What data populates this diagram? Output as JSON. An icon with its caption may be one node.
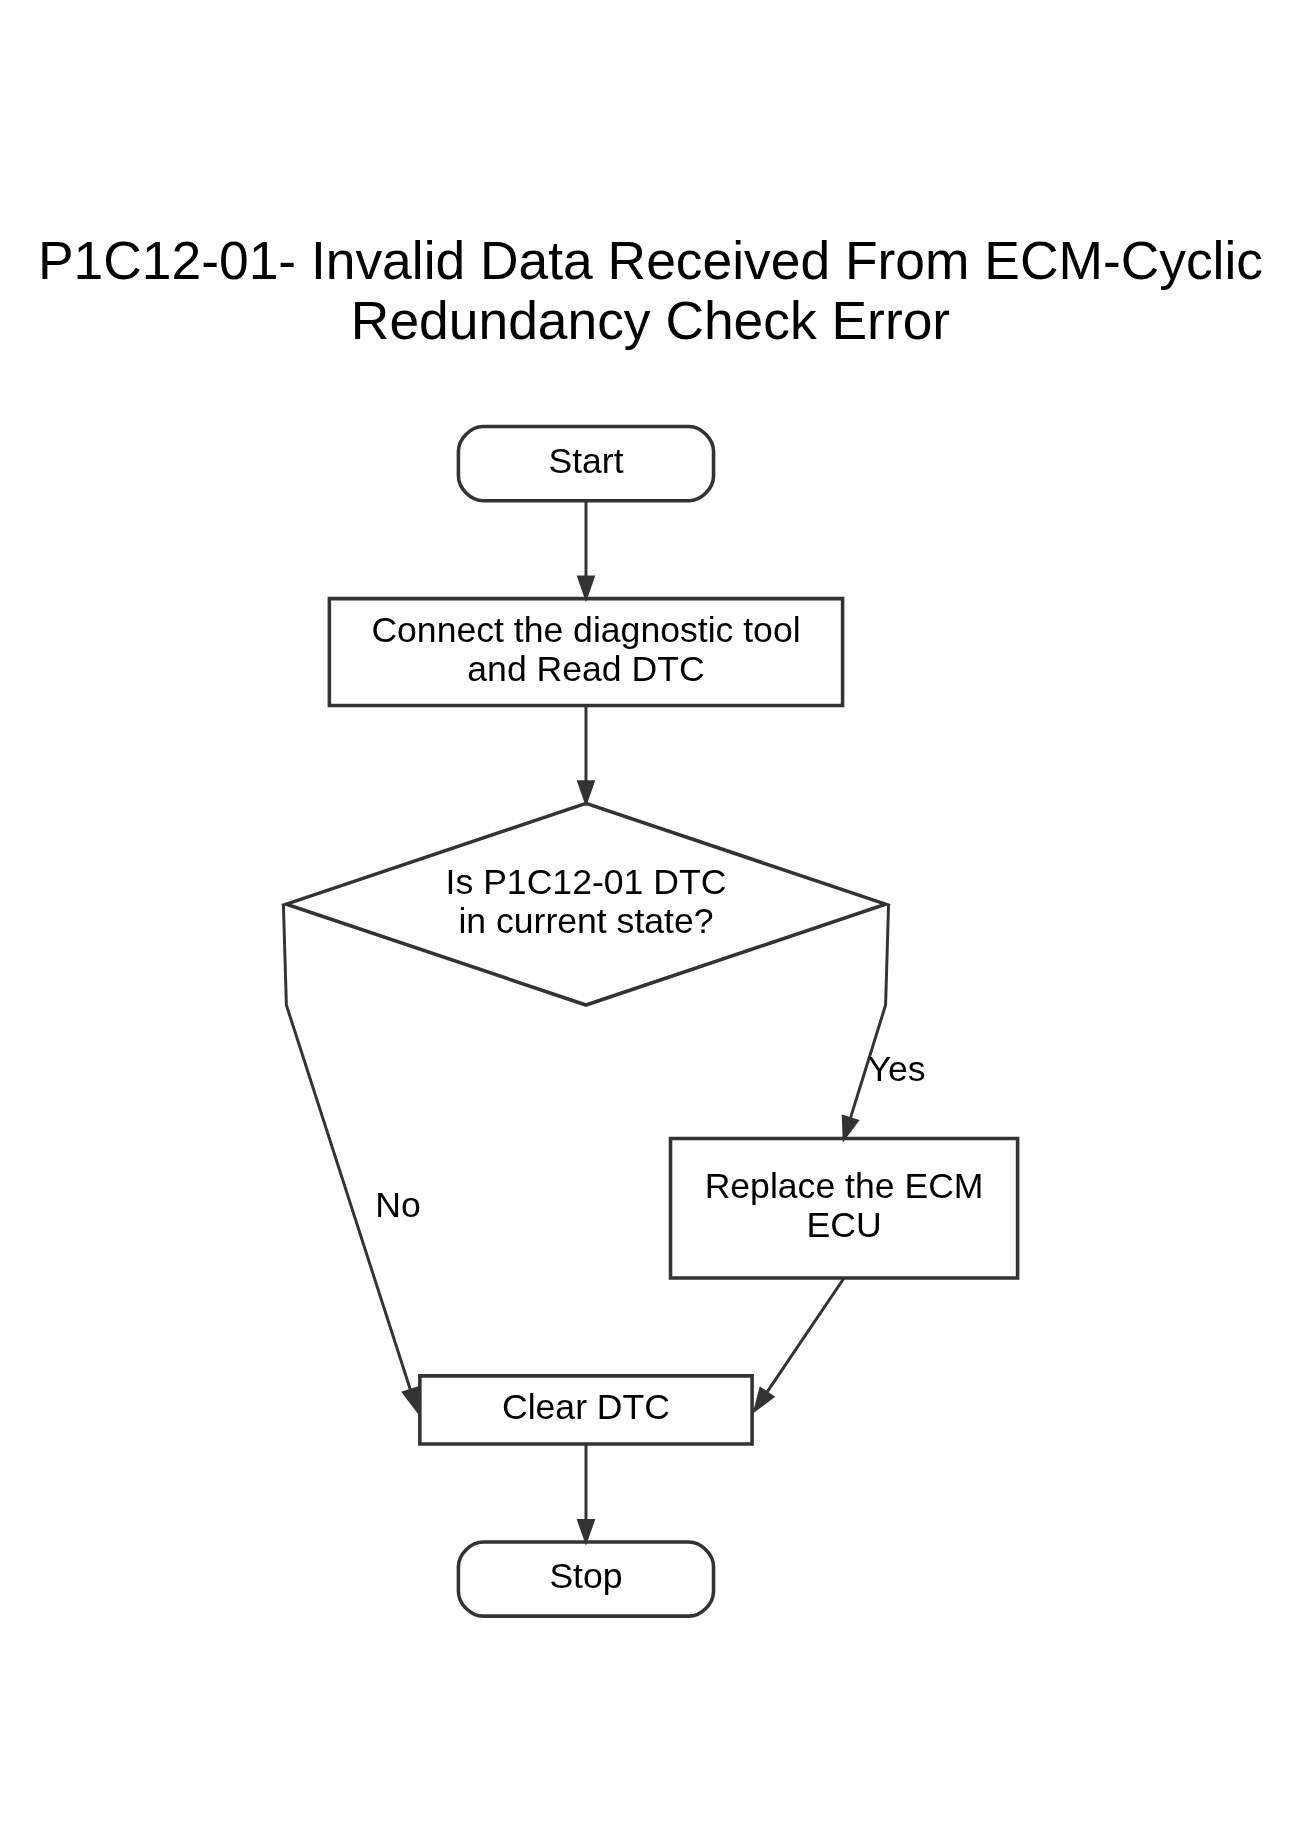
{
  "diagram": {
    "title": "P1C12-01- Invalid Data Received From ECM-Cyclic Redundancy Check Error",
    "nodes": [
      {
        "text": [
          "Start"
        ]
      },
      {
        "text": [
          "Connect the diagnostic tool and Read DTC"
        ]
      },
      {
        "text": [
          "Is P1C12-01 DTC in current state?"
        ]
      },
      {
        "text": [
          "Replace the ECM ECU"
        ]
      },
      {
        "text": [
          "Clear DTC"
        ]
      },
      {
        "text": [
          "Stop"
        ]
      }
    ],
    "edges": [
      {
        "from": 0,
        "to": 1,
        "arrow": "to"
      },
      {
        "from": 1,
        "to": 2,
        "arrow": "to"
      },
      {
        "from": 2,
        "to": 4,
        "arrow": "to",
        "label": "No"
      },
      {
        "from": 2,
        "to": 3,
        "arrow": "to",
        "label": "Yes"
      },
      {
        "from": 3,
        "to": 4,
        "arrow": "to"
      },
      {
        "from": 4,
        "to": 5,
        "arrow": "to"
      }
    ]
  }
}
